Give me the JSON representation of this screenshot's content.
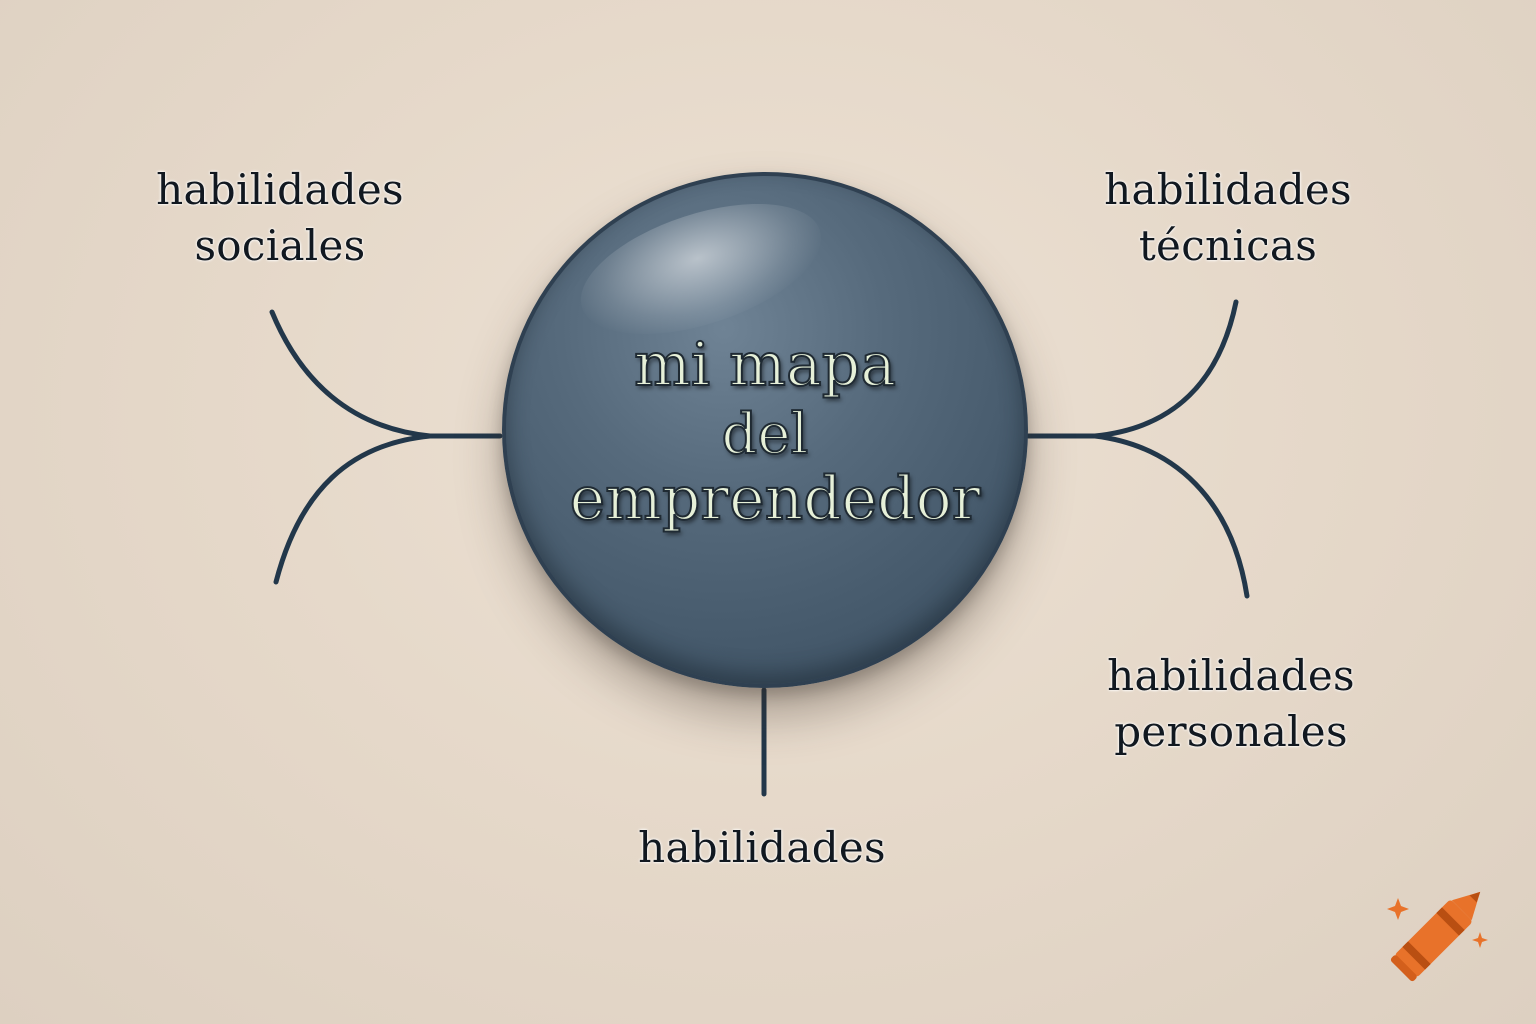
{
  "central_topic": {
    "line1": "mi mapa",
    "line2": "del",
    "line3": "emprendedor"
  },
  "branches": {
    "top_left": {
      "line1": "habilidades",
      "line2": "sociales"
    },
    "top_right": {
      "line1": "habilidades",
      "line2": "técnicas"
    },
    "bottom_right": {
      "line1": "habilidades",
      "line2": "personales"
    },
    "bottom": {
      "line1": "habilidades"
    }
  },
  "colors": {
    "background": "#e8dccf",
    "node_fill": "#4f6376",
    "connector": "#22374a",
    "center_text": "#e6f0d8",
    "label_text": "#111820",
    "logo_orange": "#e8722a"
  },
  "logo": {
    "icon": "crayon-icon"
  }
}
